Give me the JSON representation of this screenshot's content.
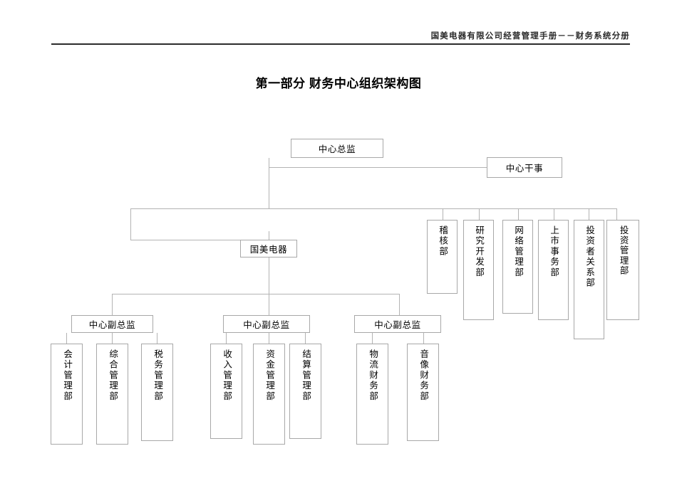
{
  "header": {
    "running_head": "国美电器有限公司经营管理手册－－财务系统分册"
  },
  "title": "第一部分  财务中心组织架构图",
  "org_chart": {
    "type": "org-chart",
    "root": {
      "label": "中心总监"
    },
    "staff": {
      "label": "中心干事"
    },
    "division": {
      "label": "国美电器"
    },
    "direct_departments": [
      {
        "label": "稽核部"
      },
      {
        "label": "研究开发部"
      },
      {
        "label": "网络管理部"
      },
      {
        "label": "上市事务部"
      },
      {
        "label": "投资者关系部"
      },
      {
        "label": "投资管理部"
      }
    ],
    "deputies": [
      {
        "label": "中心副总监",
        "departments": [
          {
            "label": "会计管理部"
          },
          {
            "label": "综合管理部"
          },
          {
            "label": "税务管理部"
          }
        ]
      },
      {
        "label": "中心副总监",
        "departments": [
          {
            "label": "收入管理部"
          },
          {
            "label": "资金管理部"
          },
          {
            "label": "结算管理部"
          }
        ]
      },
      {
        "label": "中心副总监",
        "departments": [
          {
            "label": "物流财务部"
          },
          {
            "label": "音像财务部"
          }
        ]
      }
    ],
    "colors": {
      "box_border": "#a8a8a8",
      "connector": "#b3b3b3",
      "text": "#000000",
      "header_rule": "#2b2b2b"
    }
  }
}
